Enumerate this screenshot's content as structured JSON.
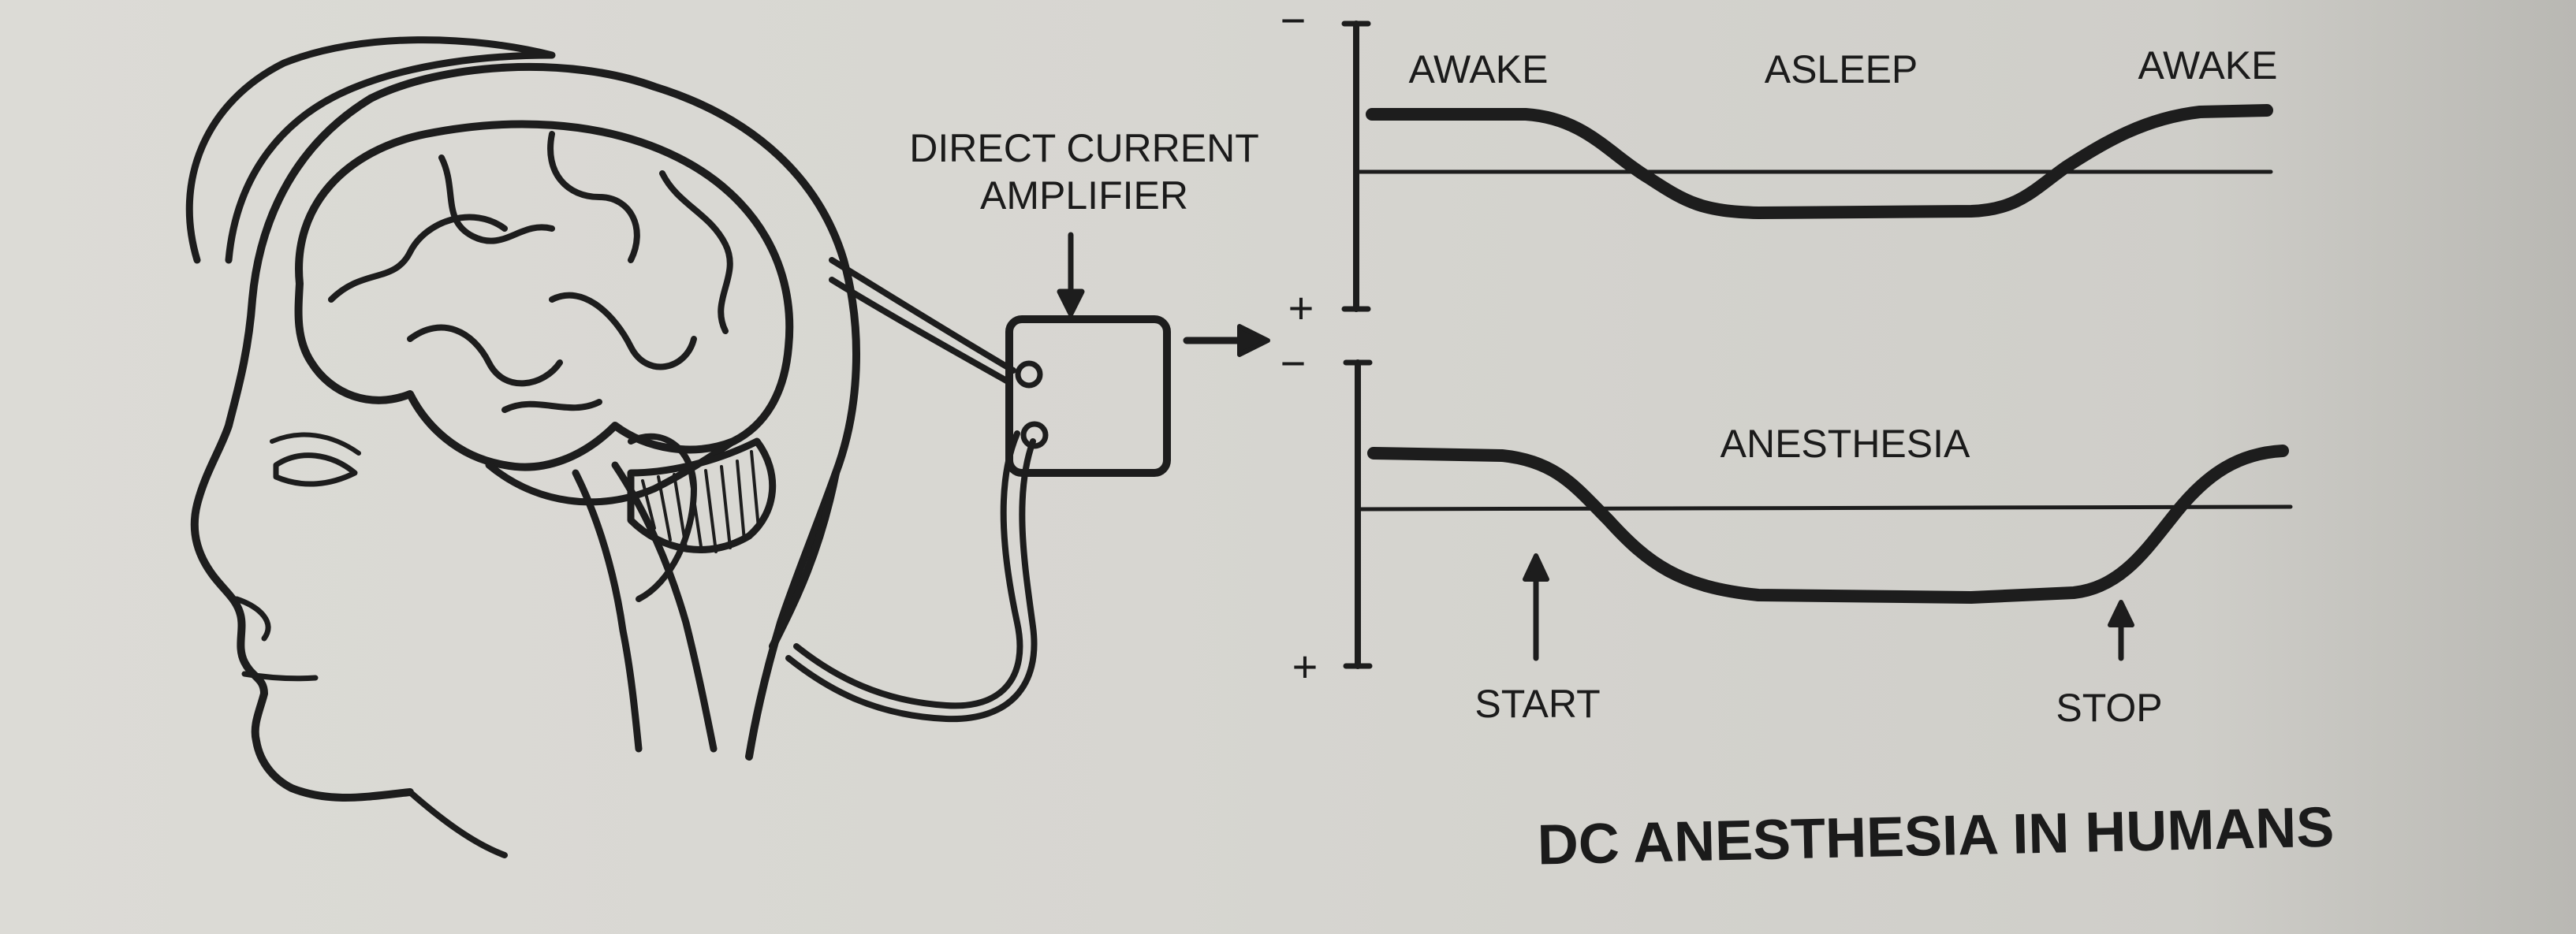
{
  "amplifier": {
    "label_line1": "DIRECT CURRENT",
    "label_line2": "AMPLIFIER"
  },
  "top_trace": {
    "minus_sign": "−",
    "plus_sign": "+",
    "state_left": "AWAKE",
    "state_middle": "ASLEEP",
    "state_right": "AWAKE"
  },
  "bottom_trace": {
    "minus_sign": "−",
    "plus_sign": "+",
    "state_label": "ANESTHESIA",
    "start_label": "START",
    "stop_label": "STOP"
  },
  "caption": "DC ANESTHESIA IN HUMANS"
}
